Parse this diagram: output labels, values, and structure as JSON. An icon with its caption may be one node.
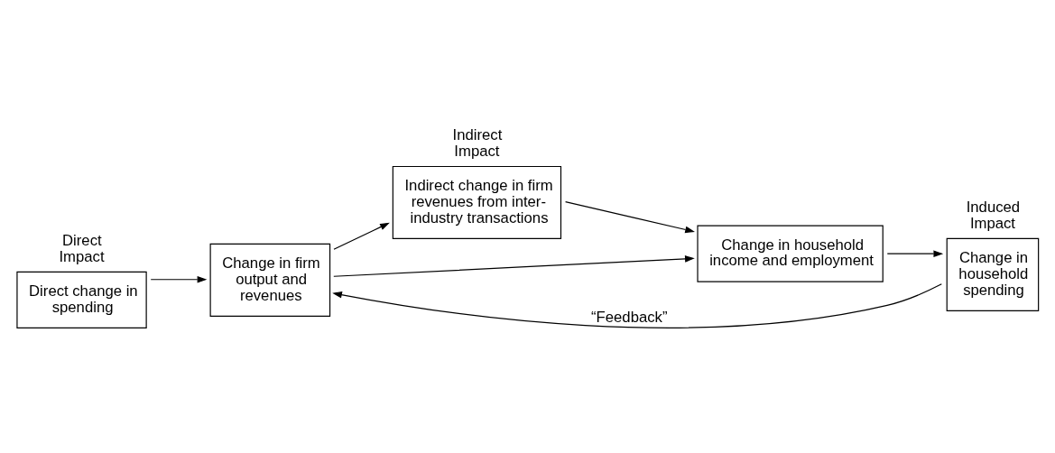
{
  "diagram": {
    "nodes": [
      {
        "text": [
          "Direct change in spending"
        ],
        "beside": [
          "Direct Impact"
        ]
      },
      {
        "text": [
          "Change in firm output and revenues"
        ]
      },
      {
        "text": [
          "Indirect change in firm revenues from inter-industry transactions"
        ],
        "beside": [
          "Indirect Impact"
        ]
      },
      {
        "text": [
          "Change in household income and employment"
        ]
      },
      {
        "text": [
          "Change in household spending"
        ],
        "beside": [
          "Induced Impact"
        ]
      }
    ],
    "edges": [
      {
        "from": 0,
        "to": 1,
        "arrow": "to"
      },
      {
        "from": 1,
        "to": 2,
        "arrow": "to"
      },
      {
        "from": 2,
        "to": 3,
        "arrow": "to"
      },
      {
        "from": 1,
        "to": 3,
        "arrow": "to"
      },
      {
        "from": 3,
        "to": 4,
        "arrow": "to"
      },
      {
        "from": 4,
        "to": 1,
        "arrow": "to",
        "label": "“Feedback”"
      }
    ]
  }
}
